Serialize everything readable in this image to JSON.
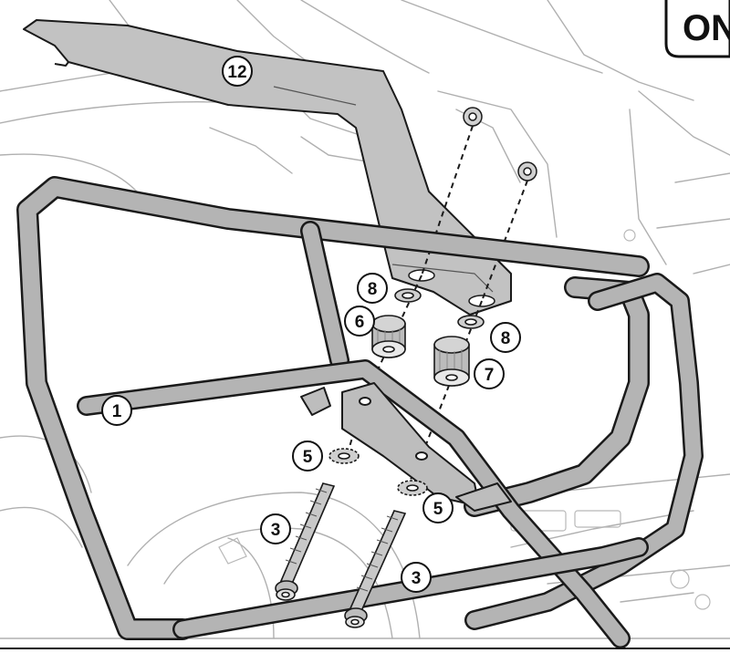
{
  "corner_tag": "ONI",
  "callouts": [
    {
      "id": "c12",
      "label": "12"
    },
    {
      "id": "c8a",
      "label": "8"
    },
    {
      "id": "c6",
      "label": "6"
    },
    {
      "id": "c8b",
      "label": "8"
    },
    {
      "id": "c7",
      "label": "7"
    },
    {
      "id": "c1",
      "label": "1"
    },
    {
      "id": "c5a",
      "label": "5"
    },
    {
      "id": "c5b",
      "label": "5"
    },
    {
      "id": "c3a",
      "label": "3"
    },
    {
      "id": "c3b",
      "label": "3"
    }
  ],
  "colors": {
    "frame": "#b4b4b4",
    "outline": "#1a1a1a",
    "line": "#aaaaaa",
    "paper": "#ffffff"
  }
}
